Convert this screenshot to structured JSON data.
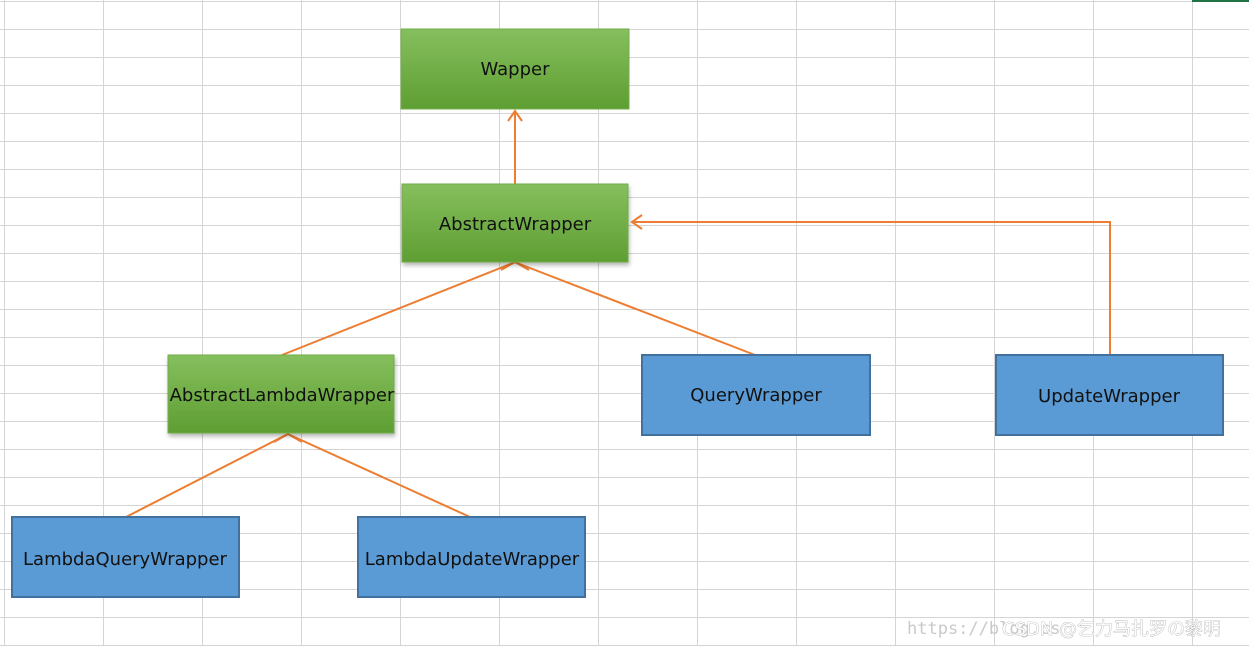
{
  "nodes": {
    "wapper": "Wapper",
    "abstract_wrapper": "AbstractWrapper",
    "abstract_lambda_wrapper": "AbstractLambdaWrapper",
    "query_wrapper": "QueryWrapper",
    "update_wrapper": "UpdateWrapper",
    "lambda_query_wrapper": "LambdaQueryWrapper",
    "lambda_update_wrapper": "LambdaUpdateWrapper"
  },
  "watermark": {
    "faint": "https://blog.cs",
    "strong": "CSDN @乞力马扎罗の黎明"
  },
  "colors": {
    "green_top": "#86bf5e",
    "green_bottom": "#5e9e32",
    "green_border": "#72ad49",
    "blue_fill": "#5b9bd5",
    "blue_border": "#41719c",
    "arrow": "#ed7d31",
    "grid": "#d4d4d4"
  }
}
